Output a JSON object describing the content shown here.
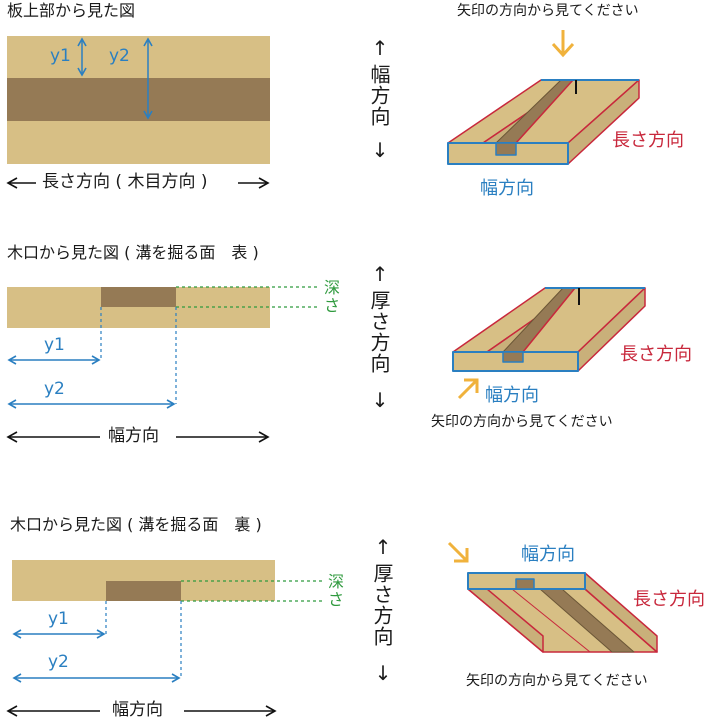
{
  "labels": {
    "top_view_title": "板上部から見た図",
    "end_view_front_title": "木口から見た図 ( 溝を掘る面　表 )",
    "end_view_back_title": "木口から見た図 ( 溝を掘る面　裏 )",
    "length_direction_grain": "長さ方向 ( 木目方向 )",
    "width_direction": "幅方向",
    "width_direction_vertical": "幅方向",
    "thickness_direction": "厚さ方向",
    "length_direction": "長さ方向",
    "depth": "深さ",
    "y1": "y1",
    "y2": "y2",
    "view_from_arrow": "矢印の方向から見てください",
    "arrow_up": "↑",
    "arrow_down": "↓"
  },
  "colors": {
    "wood": "#d7bf85",
    "groove": "#957a55",
    "dimension_blue": "#2a7fc1",
    "depth_green": "#2f9a3e",
    "length_red": "#c8283c",
    "view_arrow_orange": "#f0b23c"
  }
}
